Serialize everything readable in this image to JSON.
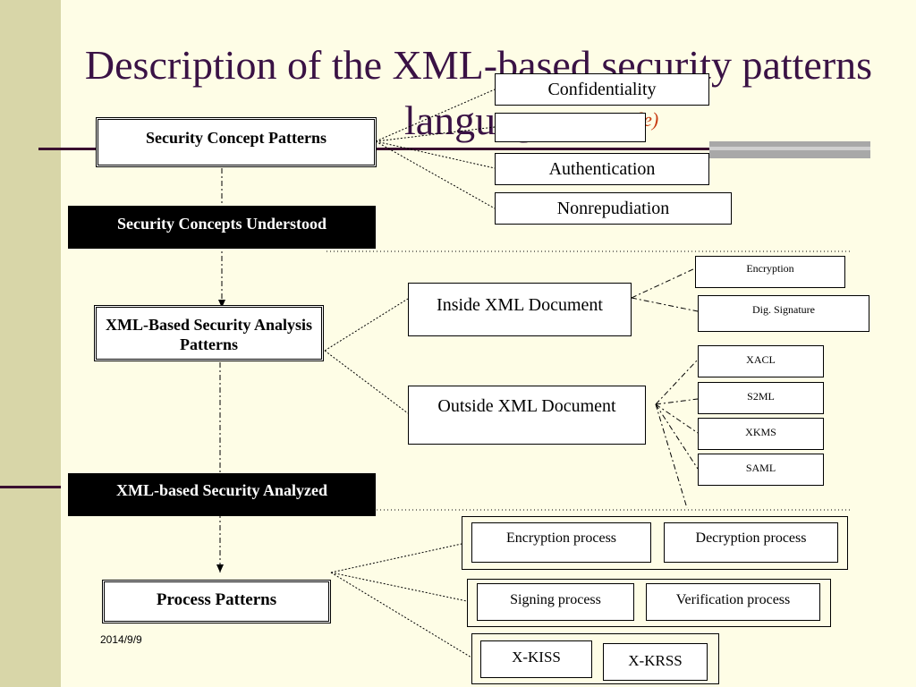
{
  "slide": {
    "title": "Description of the XML-based security patterns language",
    "subtitle_fragment": "ple)",
    "date": "2014/9/9"
  },
  "security_concept_patterns": {
    "label": "Security Concept Patterns",
    "items": [
      "Confidentiality",
      "",
      "Authentication",
      "Nonrepudiation"
    ]
  },
  "band_understood": "Security Concepts Understood",
  "analysis_patterns": {
    "label": "XML-Based Security Analysis Patterns",
    "inside": {
      "label": "Inside XML Document",
      "items": [
        "Encryption",
        "Dig. Signature"
      ]
    },
    "outside": {
      "label": "Outside XML Document",
      "items": [
        "XACL",
        "S2ML",
        "XKMS",
        "SAML"
      ]
    }
  },
  "band_analyzed": "XML-based Security Analyzed",
  "process_patterns": {
    "label": "Process Patterns",
    "groups": [
      [
        "Encryption process",
        "Decryption process"
      ],
      [
        "Signing process",
        "Verification process"
      ],
      [
        "X-KISS",
        "X-KRSS"
      ]
    ]
  }
}
